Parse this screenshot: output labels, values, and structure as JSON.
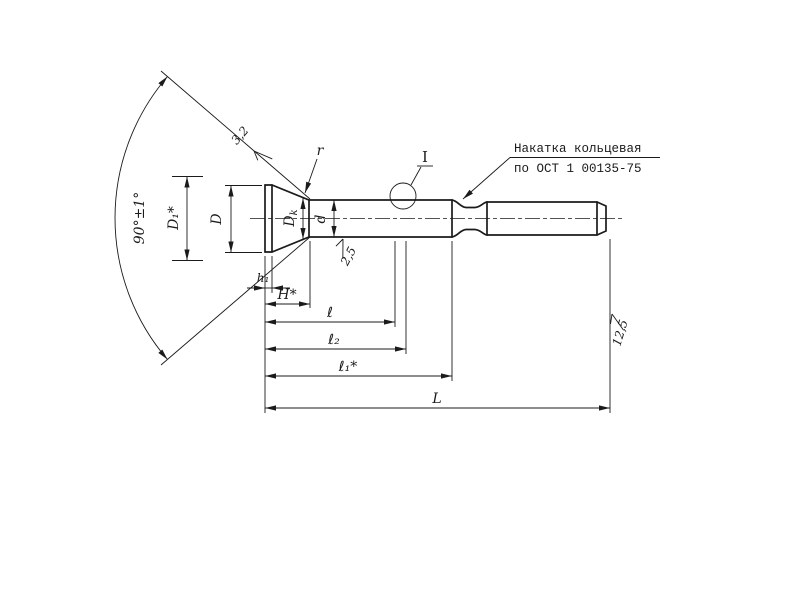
{
  "colors": {
    "ink": "#1b1b1b",
    "paper": "#ffffff"
  },
  "labels": {
    "angle": "90°±1°",
    "d1_star": "D₁*",
    "D": "D",
    "dk_base": "D",
    "dk_sub": "k",
    "d": "d",
    "r": "r",
    "rough_cone": "3,2",
    "rough_shaft": "2,5",
    "rough_end": "12,5",
    "detail": "I",
    "knurl_line1": "Накатка кольцевая",
    "knurl_line2": "по ОСТ 1 00135-75",
    "h1": "h₁",
    "H_star": "H*",
    "l": "ℓ",
    "l2": "ℓ₂",
    "l1_star": "ℓ₁*",
    "L": "L"
  }
}
